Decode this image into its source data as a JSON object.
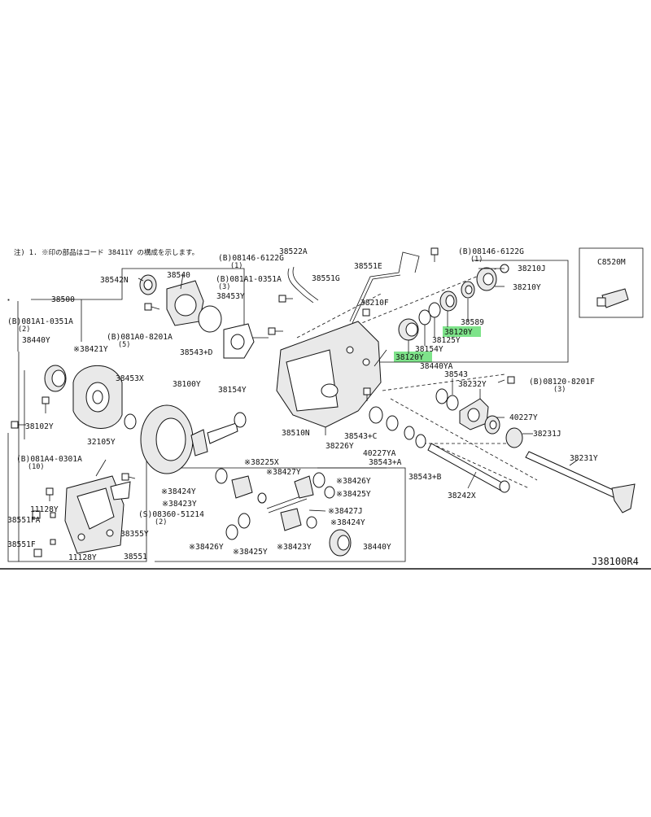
{
  "note": "注) 1. ※印の部品はコード 38411Y の構成を示します。",
  "diagram_ref": "J38100R4",
  "highlight_color": "#7ee38a",
  "labels": [
    {
      "text": "38522A"
    },
    {
      "text": "(B)08146-6122G"
    },
    {
      "text": "(1)"
    },
    {
      "text": "38551E"
    },
    {
      "text": "(B)08146-6122G"
    },
    {
      "text": "(1)"
    },
    {
      "text": "38210J"
    },
    {
      "text": "38210Y"
    },
    {
      "text": "38540"
    },
    {
      "text": "38542N"
    },
    {
      "text": "(B)081A1-0351A"
    },
    {
      "text": "(3)"
    },
    {
      "text": "38551G"
    },
    {
      "text": "38500"
    },
    {
      "text": "38453Y"
    },
    {
      "text": "38210F"
    },
    {
      "text": "38589"
    },
    {
      "text": "38120Y"
    },
    {
      "text": "38125Y"
    },
    {
      "text": "(B)081A1-0351A"
    },
    {
      "text": "(2)"
    },
    {
      "text": "38154Y"
    },
    {
      "text": "38120Y"
    },
    {
      "text": "38440Y"
    },
    {
      "text": "(B)081A0-8201A"
    },
    {
      "text": "(5)"
    },
    {
      "text": "38543+D"
    },
    {
      "text": "38440YA"
    },
    {
      "text": "※38421Y"
    },
    {
      "text": "38543"
    },
    {
      "text": "38453X"
    },
    {
      "text": "38232Y"
    },
    {
      "text": "38100Y"
    },
    {
      "text": "38154Y"
    },
    {
      "text": "(B)08120-8201F"
    },
    {
      "text": "(3)"
    },
    {
      "text": "40227Y"
    },
    {
      "text": "38102Y"
    },
    {
      "text": "38510N"
    },
    {
      "text": "38231J"
    },
    {
      "text": "32105Y"
    },
    {
      "text": "38226Y"
    },
    {
      "text": "40227YA"
    },
    {
      "text": "38543+C"
    },
    {
      "text": "38231Y"
    },
    {
      "text": "(B)081A4-0301A"
    },
    {
      "text": "(10)"
    },
    {
      "text": "※38225X"
    },
    {
      "text": "38543+A"
    },
    {
      "text": "※38427Y"
    },
    {
      "text": "※38426Y"
    },
    {
      "text": "38543+B"
    },
    {
      "text": "※38424Y"
    },
    {
      "text": "※38425Y"
    },
    {
      "text": "38242X"
    },
    {
      "text": "※38423Y"
    },
    {
      "text": "11128Y"
    },
    {
      "text": "(S)08360-51214"
    },
    {
      "text": "(2)"
    },
    {
      "text": "※38427J"
    },
    {
      "text": "38551FA"
    },
    {
      "text": "※38424Y"
    },
    {
      "text": "38355Y"
    },
    {
      "text": "38551F"
    },
    {
      "text": "※38426Y"
    },
    {
      "text": "※38425Y"
    },
    {
      "text": "※38423Y"
    },
    {
      "text": "38440Y"
    },
    {
      "text": "11128Y"
    },
    {
      "text": "38551"
    },
    {
      "text": "C8520M"
    }
  ]
}
